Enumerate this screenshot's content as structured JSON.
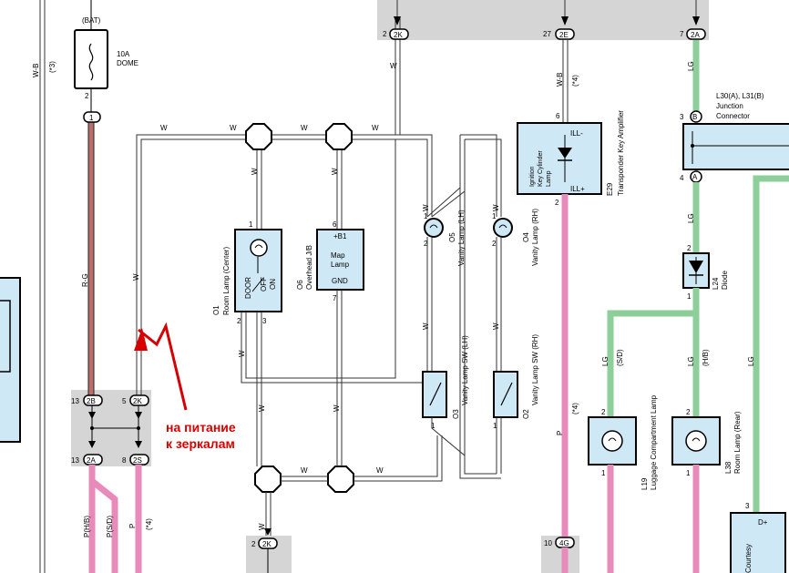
{
  "labels": {
    "bat": "(BAT)",
    "fuse_amp": "10A",
    "fuse_name": "DOME",
    "w": "W",
    "wb": "W-B",
    "lg": "LG",
    "p": "P",
    "rg": "R-G",
    "ph_b": "P(H/B)",
    "ps_d": "P(S/D)",
    "s_d": "(S/D)",
    "h_b": "(H/B)",
    "note3": "(*3)",
    "note4": "(*4)",
    "ill_minus": "ILL-",
    "ill_plus": "ILL+",
    "b1": "+B1",
    "map": "Map",
    "lamp": "Lamp",
    "gnd": "GND",
    "door": "DOOR",
    "off": "OFF",
    "on": "ON",
    "d_plus": "D+",
    "jc_name_1": "L30(A), L31(B)",
    "jc_name_2": "Junction",
    "jc_name_3": "Connector",
    "e29_code": "E29",
    "e29_name": "Transponder Key Amplifier",
    "e29_inner_1": "Ignition",
    "e29_inner_2": "Key Cylinder",
    "e29_inner_3": "Lamp",
    "o1_code": "O1",
    "o1_name": "Room Lamp (Center)",
    "o6_code": "O6",
    "o6_name": "Overhead J/B",
    "o5_code": "O5",
    "o5_name": "Vanity Lamp (LH)",
    "o4_code": "O4",
    "o4_name": "Vanity Lamp (RH)",
    "o3_code": "O3",
    "o3_name": "Vanity Lamp SW (LH)",
    "o2_code": "O2",
    "o2_name": "Vanity Lamp SW (RH)",
    "l24_code": "L24",
    "l24_name": "Diode",
    "l19_code": "L19",
    "l19_name": "Luggage Compartment Lamp",
    "l38_code": "L38",
    "l38_name": "Room Lamp (Rear)",
    "courtesy": "Courtesy"
  },
  "connectors": {
    "c2k_top": "2K",
    "c2e_top": "2E",
    "c2a_top": "2A",
    "c2b": "2B",
    "c2k_mid": "2K",
    "c2a_bot": "2A",
    "c2s": "2S",
    "c2k_bot": "2K",
    "c4g": "4G",
    "c1": "1",
    "cB": "B",
    "cA": "A"
  },
  "pins": {
    "p2": "2",
    "p27": "27",
    "p7": "7",
    "p1": "1",
    "p3": "3",
    "p4": "4",
    "p5": "5",
    "p6": "6",
    "p8": "8",
    "p10": "10",
    "p13": "13"
  },
  "annotation": {
    "line1": "на питание",
    "line2": "к зеркалам"
  },
  "colors": {
    "wire_black": "#222222",
    "wire_pink": "#e88bbb",
    "wire_green": "#8dcf9a",
    "wire_brown": "#b9706a",
    "component_fill": "#cfe8f5",
    "junction_gray": "#d5d5d5",
    "annotation_red": "#d60000"
  }
}
